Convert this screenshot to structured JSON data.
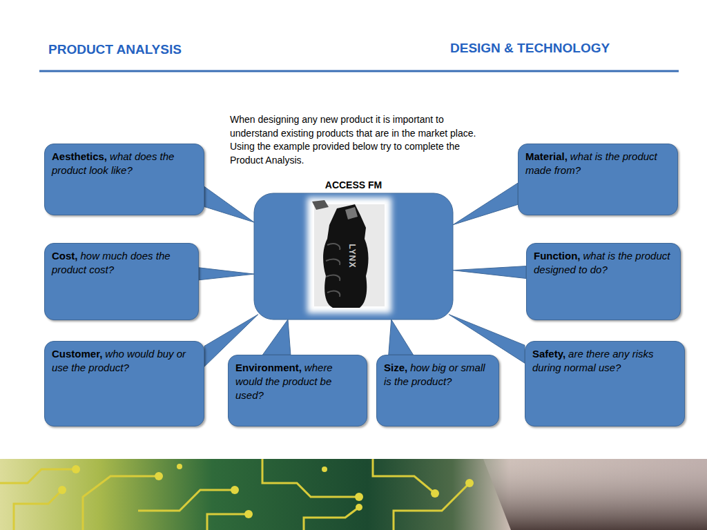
{
  "diagram": {
    "title": "PRODUCT ANALYSIS",
    "nodes": [
      {
        "text": [
          "Aesthetics,",
          "what does the product look like?"
        ]
      },
      {
        "text": [
          "Material,",
          "what is the product made from?"
        ]
      },
      {
        "text": [
          "ACCESS FM"
        ]
      },
      {
        "text": [
          "Cost,",
          "how much does the product cost?"
        ]
      },
      {
        "text": [
          "Function,",
          "what is the product designed to do?"
        ]
      },
      {
        "text": [
          "Customer,",
          "who would buy or use the product?"
        ]
      },
      {
        "text": [
          "Environment,",
          "where would the product be used?"
        ]
      },
      {
        "text": [
          "Size,",
          "how big or small is the product?"
        ]
      },
      {
        "text": [
          "Safety,",
          "are there any risks during normal use?"
        ]
      }
    ],
    "edges": [
      {
        "from": 0,
        "to": 2,
        "arrow": "none"
      },
      {
        "from": 1,
        "to": 2,
        "arrow": "none"
      },
      {
        "from": 3,
        "to": 2,
        "arrow": "none"
      },
      {
        "from": 4,
        "to": 2,
        "arrow": "none"
      },
      {
        "from": 5,
        "to": 2,
        "arrow": "none"
      },
      {
        "from": 6,
        "to": 2,
        "arrow": "none"
      },
      {
        "from": 7,
        "to": 2,
        "arrow": "none"
      },
      {
        "from": 8,
        "to": 2,
        "arrow": "none"
      }
    ],
    "labels": [
      "DESIGN & TECHNOLOGY",
      "When designing any new product it is important to understand existing products that are in the market place. Using the example provided below try to complete the Product Analysis.",
      "LYNX"
    ]
  }
}
